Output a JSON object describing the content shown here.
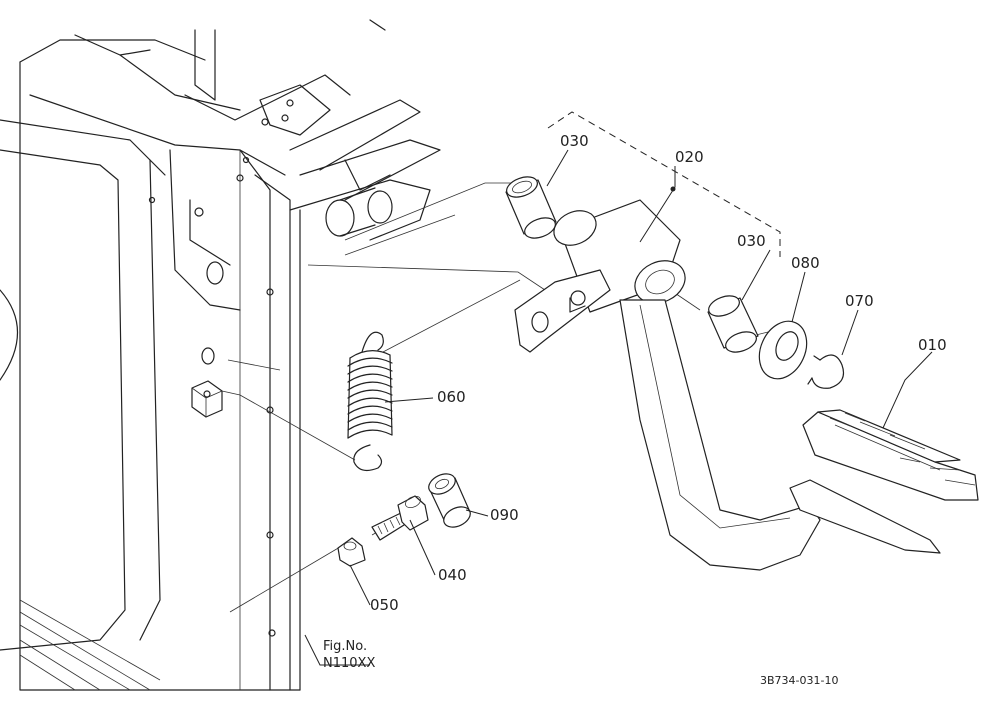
{
  "callouts": {
    "p010": "010",
    "p020": "020",
    "p030a": "030",
    "p030b": "030",
    "p040": "040",
    "p050": "050",
    "p060": "060",
    "p070": "070",
    "p080": "080",
    "p090": "090"
  },
  "fig": {
    "label": "Fig.No.",
    "number": "N110XX"
  },
  "drawing_code": "3B734-031-10"
}
